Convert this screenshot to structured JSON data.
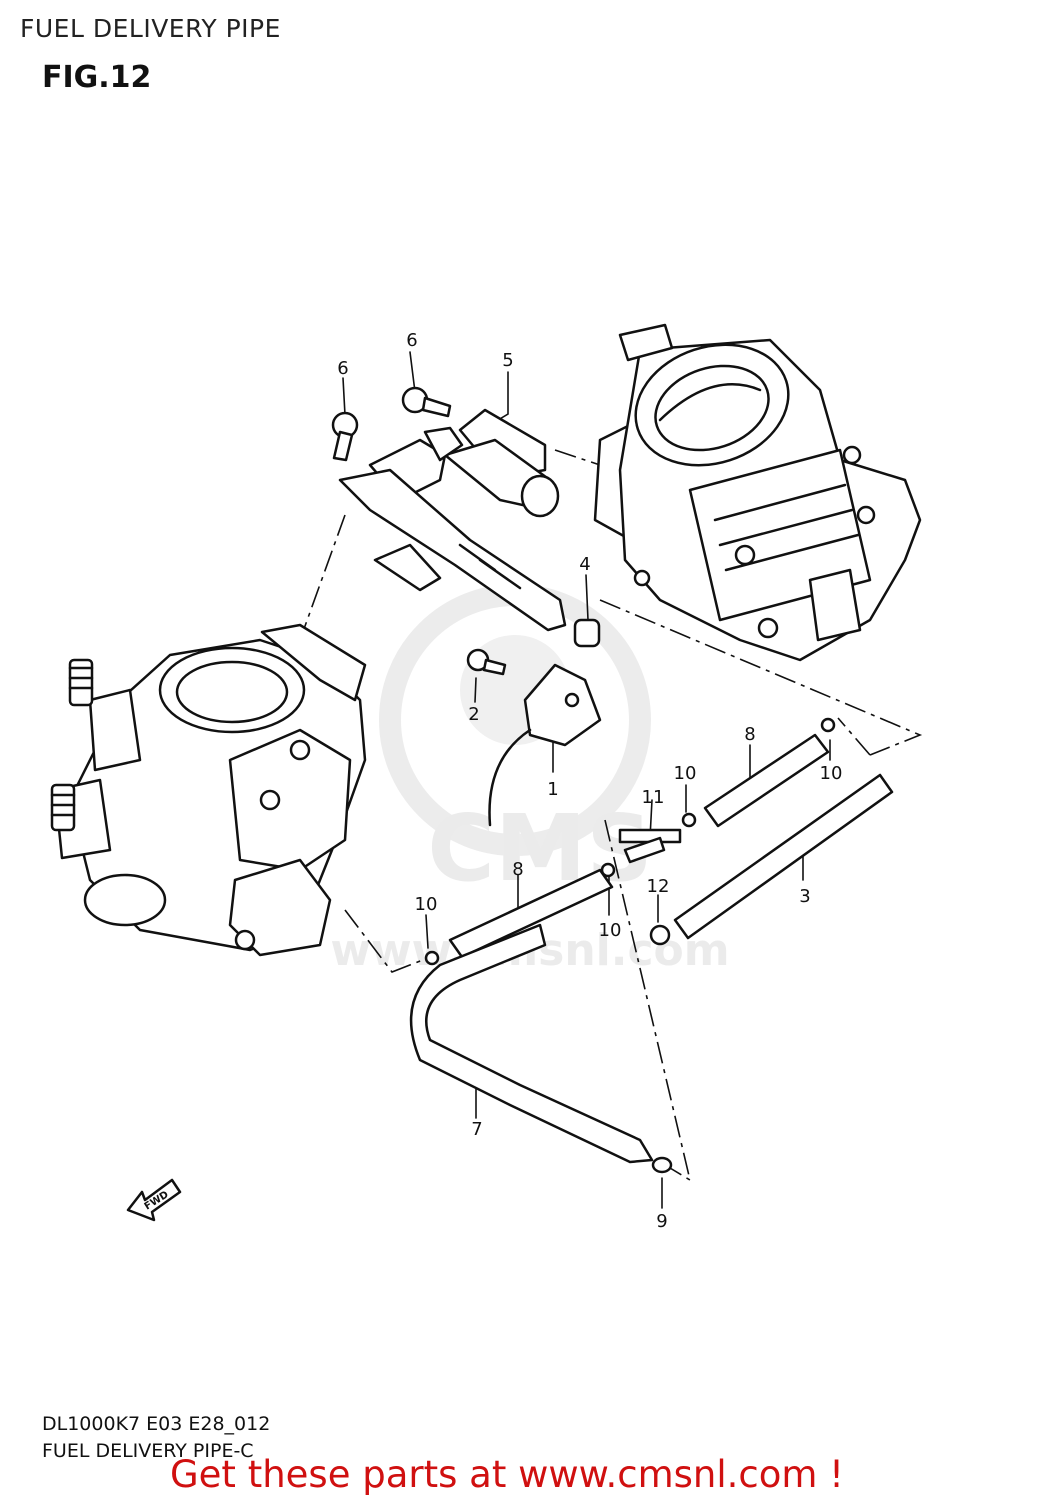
{
  "header": {
    "title": "FUEL DELIVERY PIPE",
    "figure": "FIG.12"
  },
  "footer": {
    "code": "DL1000K7 E03 E28_012",
    "subtitle": "FUEL DELIVERY PIPE-C",
    "cta": "Get these parts at www.cmsnl.com !"
  },
  "watermark": {
    "text": "www.cmsnl.com",
    "logo_text": "CMS"
  },
  "fwd_label": "FWD",
  "callouts": [
    {
      "id": "c1",
      "label": "1"
    },
    {
      "id": "c2",
      "label": "2"
    },
    {
      "id": "c3",
      "label": "3"
    },
    {
      "id": "c4",
      "label": "4"
    },
    {
      "id": "c5",
      "label": "5"
    },
    {
      "id": "c6a",
      "label": "6"
    },
    {
      "id": "c6b",
      "label": "6"
    },
    {
      "id": "c7",
      "label": "7"
    },
    {
      "id": "c8a",
      "label": "8"
    },
    {
      "id": "c8b",
      "label": "8"
    },
    {
      "id": "c9",
      "label": "9"
    },
    {
      "id": "c10a",
      "label": "10"
    },
    {
      "id": "c10b",
      "label": "10"
    },
    {
      "id": "c10c",
      "label": "10"
    },
    {
      "id": "c10d",
      "label": "10"
    },
    {
      "id": "c11",
      "label": "11"
    },
    {
      "id": "c12",
      "label": "12"
    }
  ],
  "colors": {
    "line": "#111111",
    "cta": "#d01010",
    "watermark": "#ebebeb"
  }
}
